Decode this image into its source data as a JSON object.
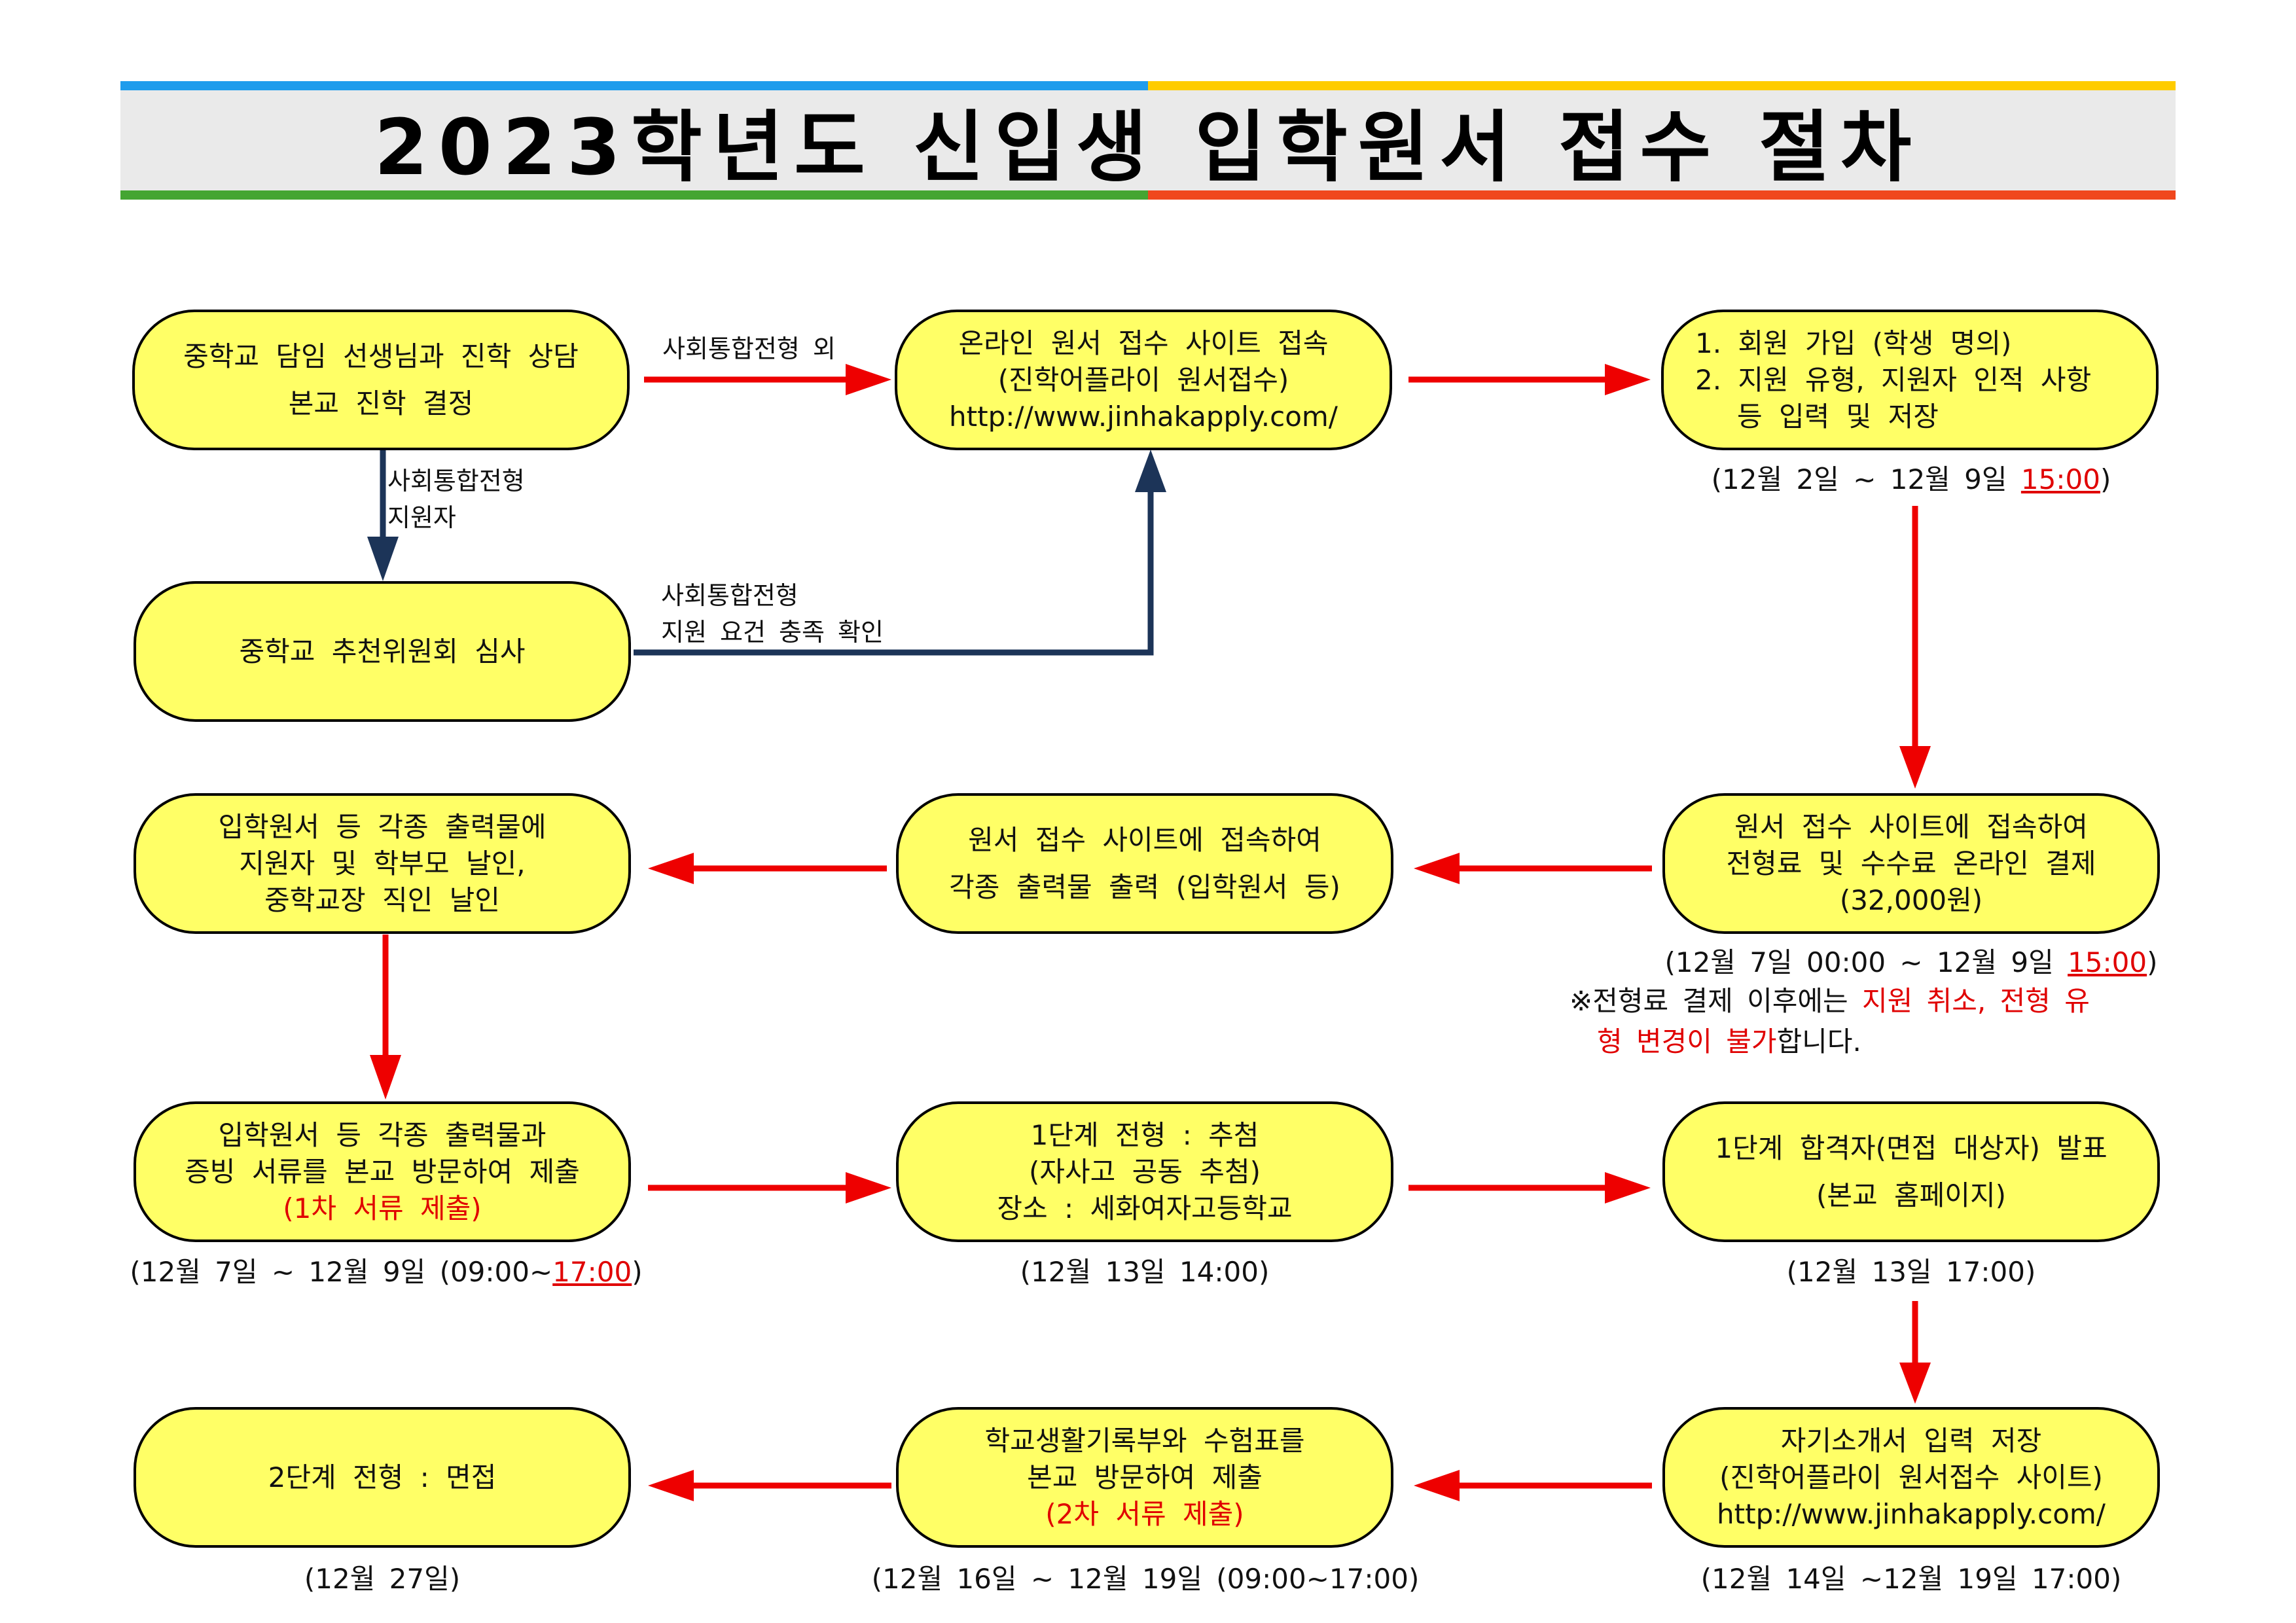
{
  "title": "2023학년도 신입생 입학원서 접수 절차",
  "colors": {
    "arrow_red": "#ee0000",
    "arrow_navy": "#1c3458",
    "box_fill": "#ffff66",
    "emphasis": "#e00000",
    "bar_blue": "#1e9cec",
    "bar_yellow": "#ffcc00",
    "bar_green": "#44a532",
    "bar_orange": "#f0471d"
  },
  "boxes": {
    "counsel": {
      "line1": "중학교 담임 선생님과 진학 상담",
      "line2": "본교 진학 결정"
    },
    "recommend": {
      "line1": "중학교 추천위원회 심사"
    },
    "online_site": {
      "line1": "온라인 원서 접수 사이트 접속",
      "line2": "(진학어플라이 원서접수)",
      "line3": "http://www.jinhakapply.com/"
    },
    "register": {
      "line1": "1. 회원 가입 (학생 명의)",
      "line2": "2. 지원 유형, 지원자 인적 사항",
      "line3": "등 입력 및 저장"
    },
    "payment": {
      "line1": "원서 접수 사이트에 접속하여",
      "line2": "전형료 및 수수료 온라인 결제",
      "line3": "(32,000원)"
    },
    "print": {
      "line1": "원서 접수 사이트에 접속하여",
      "line2": "각종 출력물 출력 (입학원서 등)"
    },
    "seal": {
      "line1": "입학원서 등 각종 출력물에",
      "line2": "지원자 및 학부모 날인,",
      "line3": "중학교장 직인 날인"
    },
    "submit1": {
      "line1": "입학원서 등 각종 출력물과",
      "line2": "증빙 서류를 본교 방문하여 제출",
      "line3": "(1차 서류 제출)"
    },
    "stage1": {
      "line1": "1단계 전형 : 추첨",
      "line2": "(자사고 공동 추첨)",
      "line3": "장소 : 세화여자고등학교"
    },
    "announce": {
      "line1": "1단계 합격자(면접 대상자) 발표",
      "line2": "(본교 홈페이지)"
    },
    "essay": {
      "line1": "자기소개서 입력 저장",
      "line2": "(진학어플라이 원서접수 사이트)",
      "line3": "http://www.jinhakapply.com/"
    },
    "submit2": {
      "line1": "학교생활기록부와 수험표를",
      "line2": "본교 방문하여 제출",
      "line3": "(2차 서류 제출)"
    },
    "interview": {
      "line1": "2단계 전형 : 면접"
    }
  },
  "labels": {
    "non_social": "사회통합전형 외",
    "social_line1": "사회통합전형",
    "social_line2": "지원자",
    "req_line1": "사회통합전형",
    "req_line2": "지원 요건 충족 확인"
  },
  "dates": {
    "register_a": "(12월 2일 ~ 12월 9일 ",
    "register_b": "15:00",
    "register_c": ")",
    "payment_a": "(12월 7일 00:00 ~ 12월 9일 ",
    "payment_b": "15:00",
    "payment_c": ")",
    "note_a": "※전형료 결제 이후에는 ",
    "note_b": "지원 취소, 전형 유",
    "note_c": "형 변경이 불가",
    "note_d": "합니다.",
    "submit1_a": "(12월 7일 ~ 12월 9일 (09:00~",
    "submit1_b": "17:00",
    "submit1_c": ")",
    "stage1": "(12월 13일 14:00)",
    "announce": "(12월 13일 17:00)",
    "interview": "(12월 27일)",
    "submit2": "(12월 16일 ~ 12월 19일 (09:00~17:00)",
    "essay": "(12월 14일 ~12월 19일 17:00)"
  }
}
